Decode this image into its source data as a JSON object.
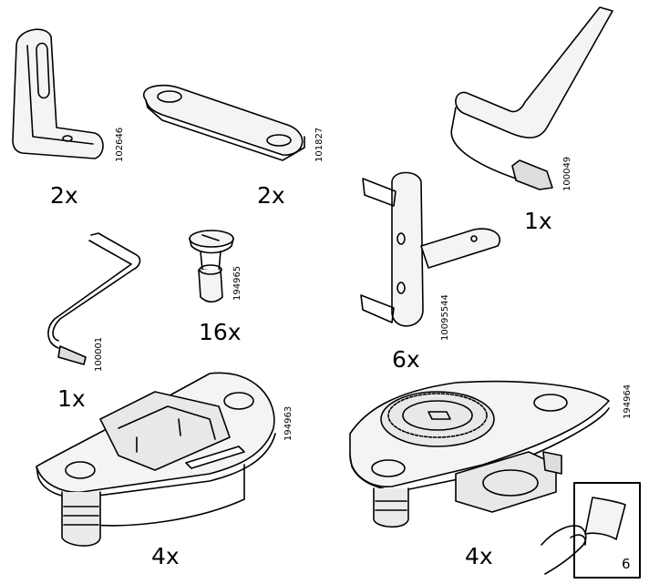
{
  "parts": [
    {
      "id": "angle-bracket",
      "quantity": "2x",
      "part_number": "102646"
    },
    {
      "id": "flat-connector",
      "quantity": "2x",
      "part_number": "101827"
    },
    {
      "id": "allen-key-large",
      "quantity": "1x",
      "part_number": "100049"
    },
    {
      "id": "cam-bolt",
      "quantity": "16x",
      "part_number": "194965"
    },
    {
      "id": "shelf-support",
      "quantity": "6x",
      "part_number": "10095544"
    },
    {
      "id": "allen-key-small",
      "quantity": "1x",
      "part_number": "100001"
    },
    {
      "id": "base-plate-adjuster",
      "quantity": "4x",
      "part_number": "194963"
    },
    {
      "id": "base-plate-with-ring",
      "quantity": "4x",
      "part_number": "194964"
    }
  ],
  "page": {
    "number": "6"
  },
  "icons": {
    "page_turn": "page-turn-icon",
    "plate_logo": "IKEA"
  }
}
